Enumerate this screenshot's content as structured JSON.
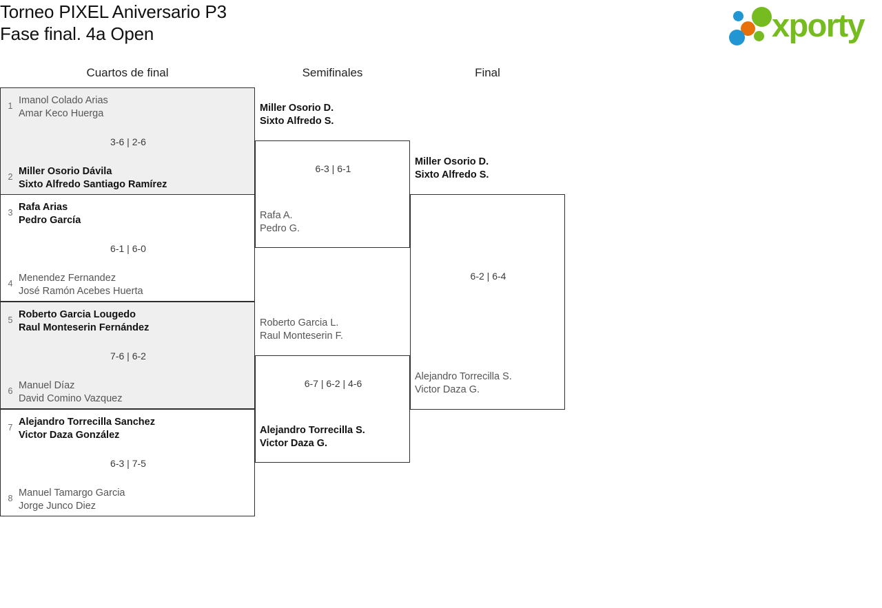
{
  "header": {
    "title_line1": "Torneo PIXEL Aniversario P3",
    "title_line2": "Fase final. 4a Open",
    "logo": {
      "wordmark": "xporty",
      "colors": {
        "green": "#76bc21",
        "blue": "#2196d3",
        "orange": "#e8700a"
      }
    }
  },
  "columns": {
    "quarterfinals": "Cuartos de final",
    "semifinals": "Semifinales",
    "final": "Final"
  },
  "rounds": {
    "quarterfinals": [
      {
        "seed_top": "1",
        "top": {
          "p1": "Imanol Colado Arias",
          "p2": "Amar Keco Huerga",
          "result": "loser"
        },
        "score": "3-6 | 2-6",
        "seed_bottom": "2",
        "bottom": {
          "p1": "Miller Osorio Dávila",
          "p2": "Sixto Alfredo Santiago Ramírez",
          "result": "winner"
        }
      },
      {
        "seed_top": "3",
        "top": {
          "p1": "Rafa Arias",
          "p2": "Pedro García",
          "result": "winner"
        },
        "score": "6-1 | 6-0",
        "seed_bottom": "4",
        "bottom": {
          "p1": "Menendez Fernandez",
          "p2": "José Ramón Acebes Huerta",
          "result": "loser"
        }
      },
      {
        "seed_top": "5",
        "top": {
          "p1": "Roberto Garcia Lougedo",
          "p2": "Raul Monteserin Fernández",
          "result": "winner"
        },
        "score": "7-6 | 6-2",
        "seed_bottom": "6",
        "bottom": {
          "p1": "Manuel Díaz",
          "p2": "David Comino Vazquez",
          "result": "loser"
        }
      },
      {
        "seed_top": "7",
        "top": {
          "p1": "Alejandro Torrecilla Sanchez",
          "p2": "Victor Daza González",
          "result": "winner"
        },
        "score": "6-3 | 7-5",
        "seed_bottom": "8",
        "bottom": {
          "p1": "Manuel Tamargo Garcia",
          "p2": "Jorge Junco Diez",
          "result": "loser"
        }
      }
    ],
    "semifinals": [
      {
        "top": {
          "p1": "Miller Osorio D.",
          "p2": "Sixto Alfredo S.",
          "result": "winner"
        },
        "score": "6-3 | 6-1",
        "bottom": {
          "p1": "Rafa A.",
          "p2": "Pedro G.",
          "result": "loser"
        }
      },
      {
        "top": {
          "p1": "Roberto Garcia L.",
          "p2": "Raul Monteserin F.",
          "result": "loser"
        },
        "score": "6-7 | 6-2 | 4-6",
        "bottom": {
          "p1": "Alejandro Torrecilla S.",
          "p2": "Victor Daza G.",
          "result": "winner"
        }
      }
    ],
    "final": [
      {
        "top": {
          "p1": "Miller Osorio D.",
          "p2": "Sixto Alfredo S.",
          "result": "winner"
        },
        "score": "6-2 | 6-4",
        "bottom": {
          "p1": "Alejandro Torrecilla S.",
          "p2": "Victor Daza G.",
          "result": "loser"
        }
      }
    ]
  }
}
